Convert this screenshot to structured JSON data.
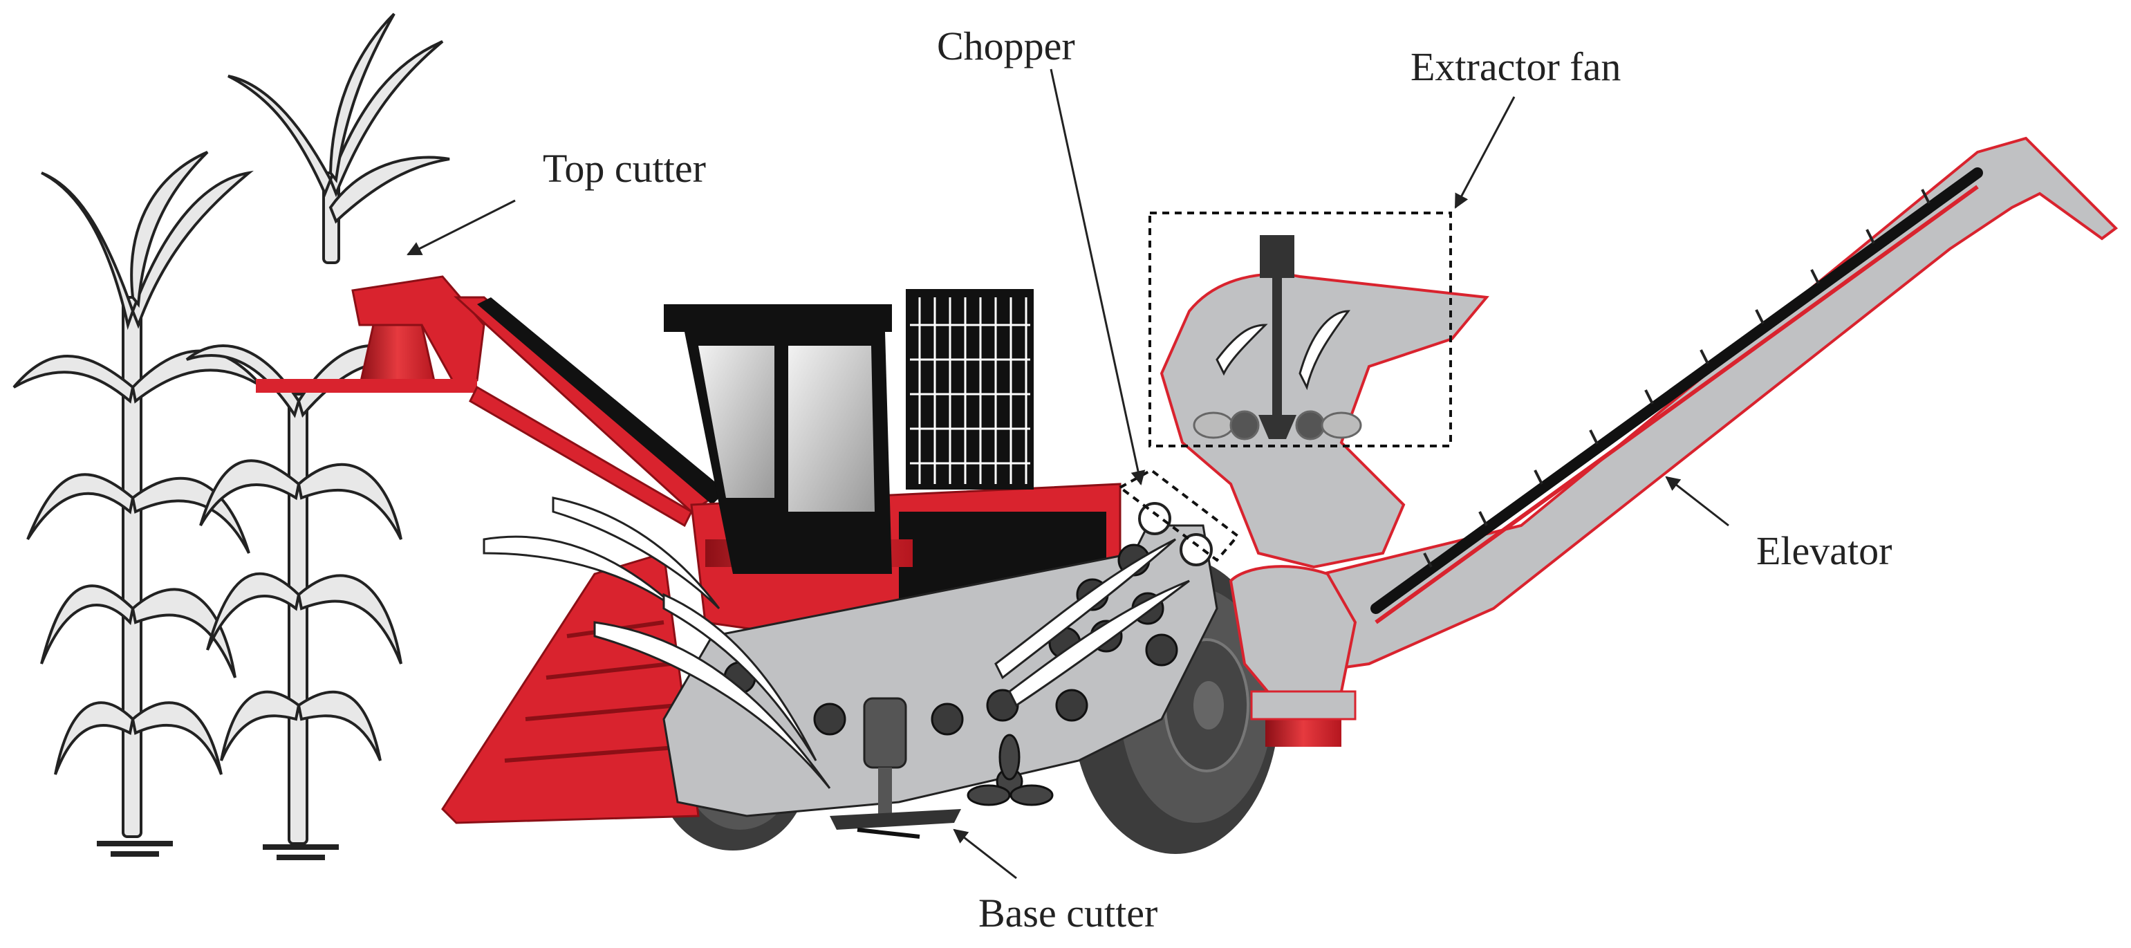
{
  "labels": {
    "top_cutter": "Top cutter",
    "chopper": "Chopper",
    "extractor_fan": "Extractor fan",
    "elevator": "Elevator",
    "base_cutter": "Base cutter"
  },
  "colors": {
    "machine_red": "#d9232e",
    "dark_red": "#a3161e",
    "body_gray": "#c0c1c3",
    "dark_gray": "#555555",
    "tire": "#3c3c3c",
    "cab_black": "#111111",
    "plant_leaf": "#e8e8e8",
    "outline": "#222222"
  },
  "icons": [
    "sugarcane-plant-icon",
    "harvester-machine-icon"
  ]
}
